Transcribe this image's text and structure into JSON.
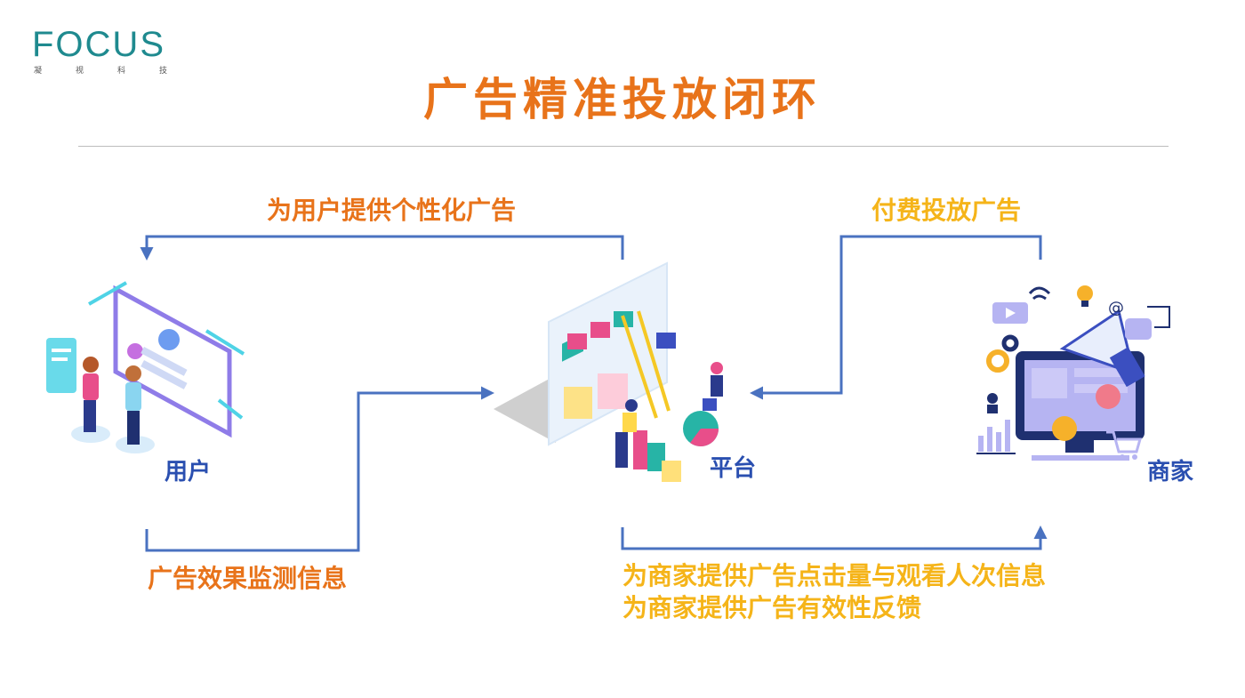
{
  "logo": {
    "word": "FOCUS",
    "sub": [
      "凝",
      "视",
      "科",
      "技"
    ]
  },
  "title": "广告精准投放闭环",
  "nodes": {
    "user": "用户",
    "platform": "平台",
    "merchant": "商家"
  },
  "flows": {
    "platform_to_user": "为用户提供个性化广告",
    "merchant_to_platform": "付费投放广告",
    "user_to_platform": "广告效果监测信息",
    "platform_to_merchant_1": "为商家提供广告点击量与观看人次信息",
    "platform_to_merchant_2": "为商家提供广告有效性反馈"
  },
  "colors": {
    "title": "#e8731a",
    "flow_orange": "#e8731a",
    "flow_yellow": "#f5b419",
    "arrow": "#4a72c0",
    "node_label": "#2a4fb0",
    "logo": "#1f8a8f"
  }
}
